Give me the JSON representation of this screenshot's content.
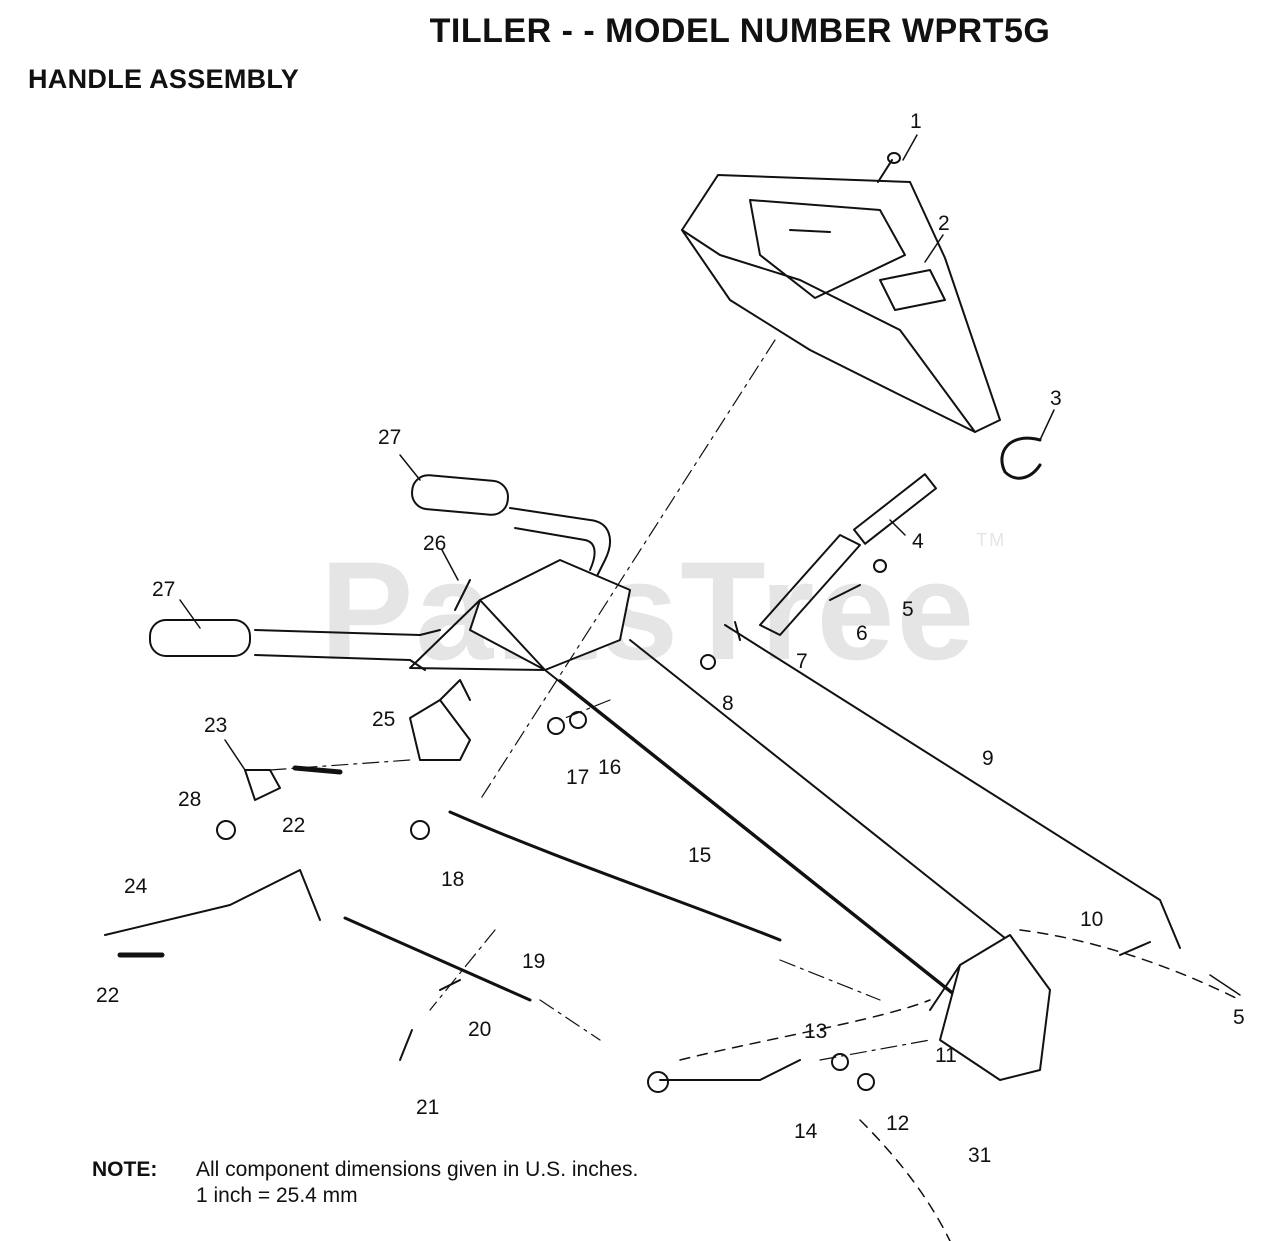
{
  "header": {
    "title": "TILLER - - MODEL NUMBER WPRT5G",
    "subtitle": "HANDLE ASSEMBLY"
  },
  "watermark": {
    "text": "PartsTree",
    "mark": "TM"
  },
  "callouts": [
    "1",
    "2",
    "3",
    "4",
    "5",
    "5",
    "6",
    "7",
    "8",
    "9",
    "10",
    "11",
    "12",
    "13",
    "14",
    "15",
    "16",
    "17",
    "18",
    "19",
    "20",
    "21",
    "22",
    "22",
    "23",
    "24",
    "25",
    "26",
    "27",
    "27",
    "28",
    "31"
  ],
  "note": {
    "label": "NOTE:",
    "line1": "All component dimensions given in U.S. inches.",
    "line2": "1 inch = 25.4 mm"
  },
  "colors": {
    "ink": "#111111",
    "watermark": "#d8d8d8"
  }
}
